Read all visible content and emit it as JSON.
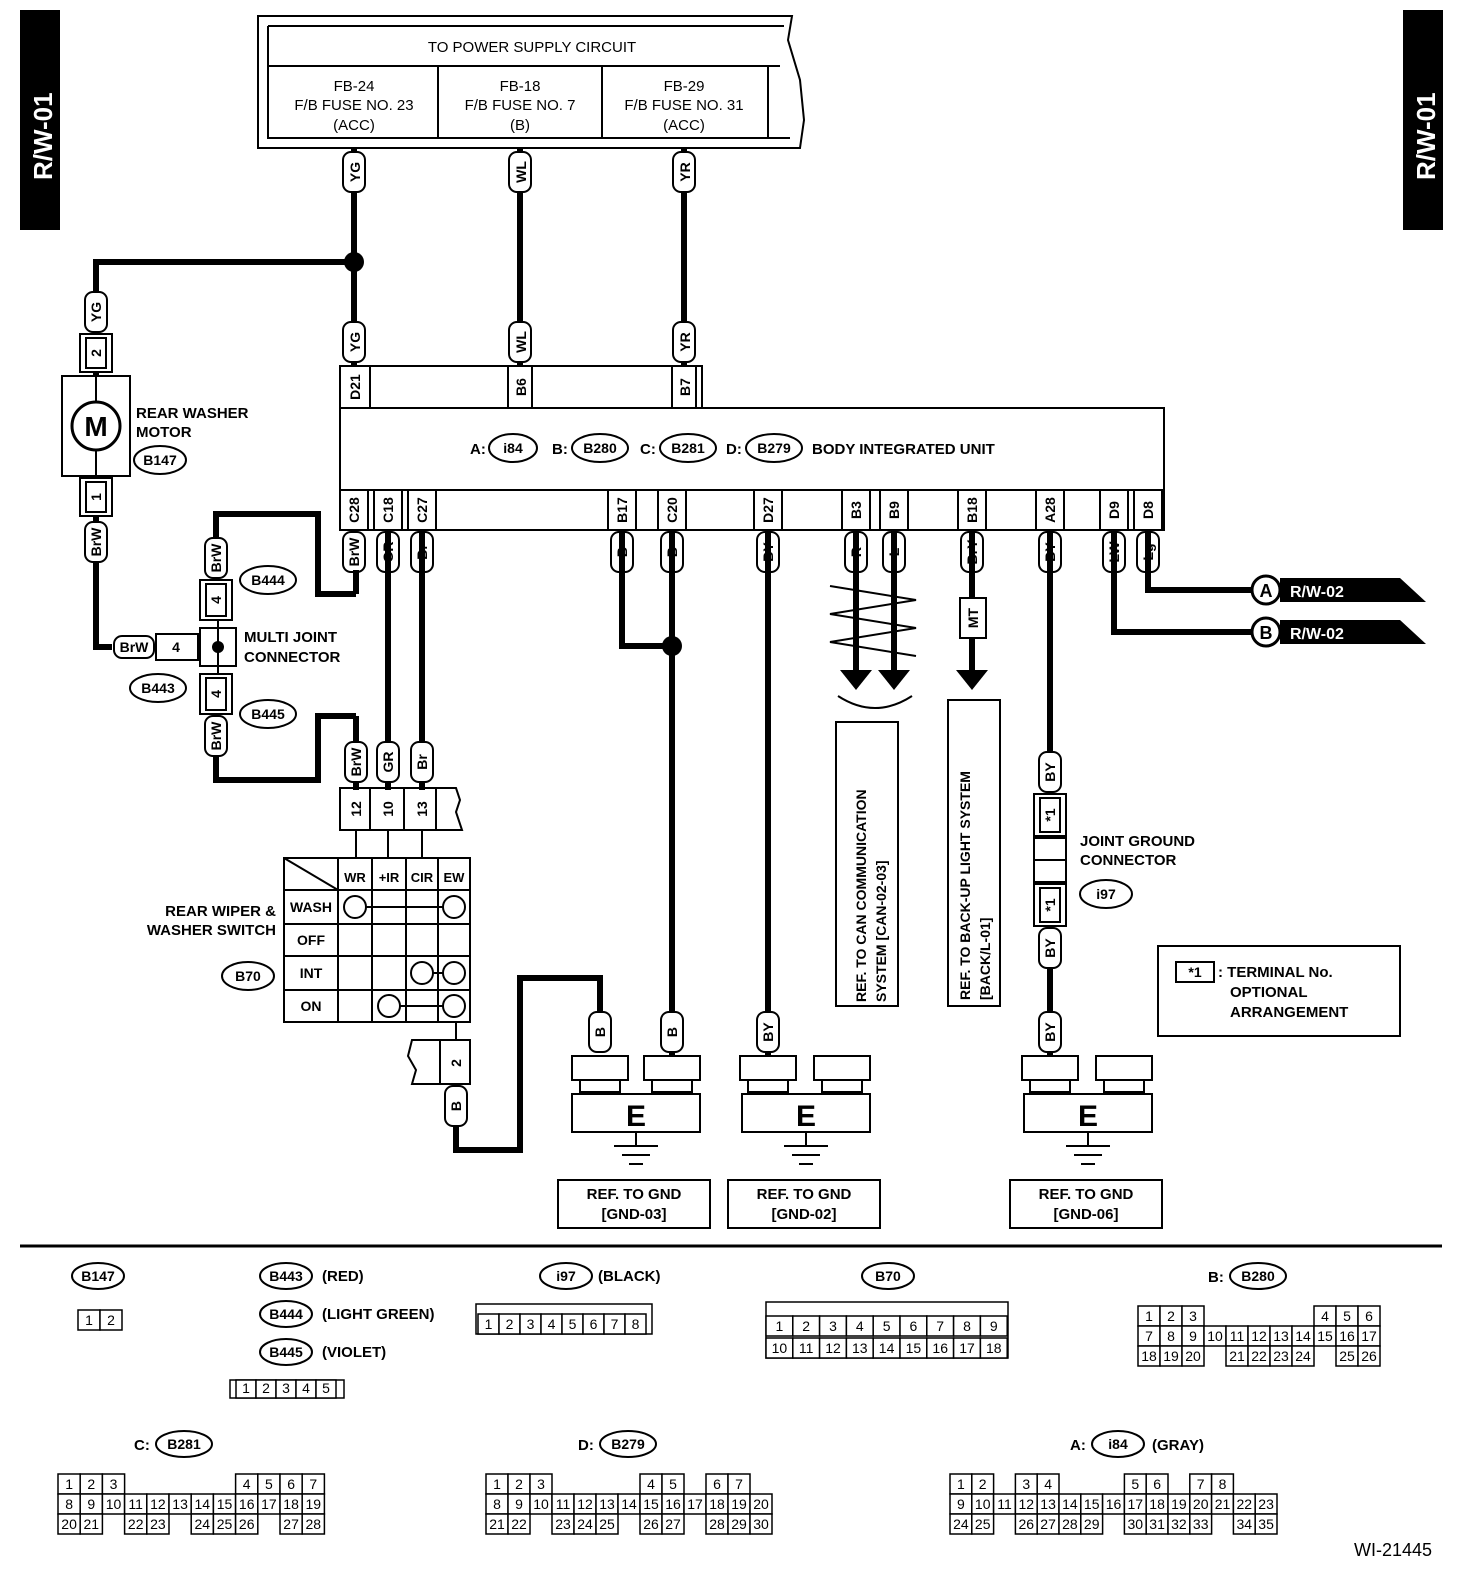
{
  "page_tag": "R/W-01",
  "figure_id": "WI-21445",
  "power_supply": {
    "title": "TO POWER SUPPLY CIRCUIT",
    "fuses": [
      {
        "code": "FB-24",
        "name": "F/B FUSE NO. 23",
        "state": "(ACC)",
        "wire": "YG"
      },
      {
        "code": "FB-18",
        "name": "F/B FUSE NO. 7",
        "state": "(B)",
        "wire": "WL"
      },
      {
        "code": "FB-29",
        "name": "F/B FUSE NO. 31",
        "state": "(ACC)",
        "wire": "YR"
      }
    ]
  },
  "biu": {
    "label": "BODY INTEGRATED UNIT",
    "connectors": [
      {
        "letter": "A:",
        "id": "i84"
      },
      {
        "letter": "B:",
        "id": "B280"
      },
      {
        "letter": "C:",
        "id": "B281"
      },
      {
        "letter": "D:",
        "id": "B279"
      }
    ],
    "top_pins": [
      {
        "pin": "D21",
        "wire": "YG"
      },
      {
        "pin": "B6",
        "wire": "WL"
      },
      {
        "pin": "B7",
        "wire": "YR"
      }
    ],
    "bottom_pins": [
      {
        "pin": "C28",
        "wire": "BrW"
      },
      {
        "pin": "C18",
        "wire": "GR"
      },
      {
        "pin": "C27",
        "wire": "Br"
      },
      {
        "pin": "B17",
        "wire": "B"
      },
      {
        "pin": "C20",
        "wire": "B"
      },
      {
        "pin": "D27",
        "wire": "BY"
      },
      {
        "pin": "B3",
        "wire": "R"
      },
      {
        "pin": "B9",
        "wire": "L"
      },
      {
        "pin": "B18",
        "wire": "BrY"
      },
      {
        "pin": "A28",
        "wire": "BY"
      },
      {
        "pin": "D9",
        "wire": "LW"
      },
      {
        "pin": "D8",
        "wire": "Lg"
      }
    ]
  },
  "washer_motor": {
    "label1": "REAR WASHER",
    "label2": "MOTOR",
    "id": "B147",
    "symbol": "M",
    "pin_top": "2",
    "pin_bottom": "1",
    "wire_top": "YG",
    "wire_bottom": "BrW"
  },
  "multi_joint": {
    "label1": "MULTI JOINT",
    "label2": "CONNECTOR",
    "ids": [
      "B444",
      "B443",
      "B445"
    ],
    "pin": "4",
    "wire": "BrW"
  },
  "switch": {
    "label1": "REAR WIPER  &",
    "label2": "WASHER SWITCH",
    "id": "B70",
    "columns": [
      "WR",
      "+IR",
      "CIR",
      "EW"
    ],
    "rows": [
      "WASH",
      "OFF",
      "INT",
      "ON"
    ],
    "top_pins": [
      "12",
      "10",
      "13"
    ],
    "top_wires": [
      "BrW",
      "GR",
      "Br"
    ],
    "bottom_pin": "2",
    "bottom_wire": "B"
  },
  "refs": {
    "can": "REF. TO CAN COMMUNICATION",
    "can2": "SYSTEM [CAN-02-03]",
    "backup": "REF. TO BACK-UP LIGHT SYSTEM",
    "backup2": "[BACK/L-01]",
    "mt": "MT"
  },
  "joint_ground": {
    "label1": "JOINT GROUND",
    "label2": "CONNECTOR",
    "id": "i97",
    "pin": "*1",
    "wire": "BY"
  },
  "note": {
    "key": "*1",
    "line1": ": TERMINAL No.",
    "line2": "OPTIONAL",
    "line3": "ARRANGEMENT"
  },
  "offpage": [
    {
      "letter": "A",
      "ref": "R/W-02"
    },
    {
      "letter": "B",
      "ref": "R/W-02"
    }
  ],
  "grounds": [
    {
      "symbol": "E",
      "ref1": "REF. TO GND",
      "ref2": "[GND-03]"
    },
    {
      "symbol": "E",
      "ref1": "REF. TO GND",
      "ref2": "[GND-02]"
    },
    {
      "symbol": "E",
      "ref1": "REF. TO GND",
      "ref2": "[GND-06]"
    }
  ],
  "ground_wires": [
    "B",
    "B",
    "BY",
    "BY"
  ],
  "connector_views": {
    "b147": {
      "id": "B147",
      "pins": [
        "1",
        "2"
      ]
    },
    "b443": {
      "id": "B443",
      "color": "(RED)"
    },
    "b444": {
      "id": "B444",
      "color": "(LIGHT GREEN)"
    },
    "b445": {
      "id": "B445",
      "color": "(VIOLET)",
      "pins": [
        "1",
        "2",
        "3",
        "4",
        "5"
      ]
    },
    "i97": {
      "id": "i97",
      "color": "(BLACK)",
      "pins": [
        "1",
        "2",
        "3",
        "4",
        "5",
        "6",
        "7",
        "8"
      ]
    },
    "b70": {
      "id": "B70",
      "row1": [
        "1",
        "2",
        "3",
        "4",
        "5",
        "6",
        "7",
        "8",
        "9"
      ],
      "row2": [
        "10",
        "11",
        "12",
        "13",
        "14",
        "15",
        "16",
        "17",
        "18"
      ]
    },
    "b280": {
      "prefix": "B:",
      "id": "B280",
      "rows": [
        [
          "1",
          "2",
          "3",
          "",
          "",
          "",
          "",
          "",
          "4",
          "5",
          "6"
        ],
        [
          "7",
          "8",
          "9",
          "10",
          "11",
          "12",
          "13",
          "14",
          "15",
          "16",
          "17"
        ],
        [
          "18",
          "19",
          "20",
          "",
          "21",
          "22",
          "23",
          "24",
          "",
          "25",
          "26"
        ]
      ]
    },
    "b281": {
      "prefix": "C:",
      "id": "B281",
      "rows": [
        [
          "1",
          "2",
          "3",
          "",
          "",
          "",
          "",
          "",
          "4",
          "5",
          "6",
          "7"
        ],
        [
          "8",
          "9",
          "10",
          "11",
          "12",
          "13",
          "14",
          "15",
          "16",
          "17",
          "18",
          "19"
        ],
        [
          "20",
          "21",
          "",
          "22",
          "23",
          "",
          "24",
          "25",
          "26",
          "",
          "27",
          "28"
        ]
      ]
    },
    "b279": {
      "prefix": "D:",
      "id": "B279",
      "rows": [
        [
          "1",
          "2",
          "3",
          "",
          "",
          "",
          "",
          "4",
          "5",
          "",
          "6",
          "7"
        ],
        [
          "8",
          "9",
          "10",
          "11",
          "12",
          "13",
          "14",
          "15",
          "16",
          "17",
          "18",
          "19",
          "20"
        ],
        [
          "21",
          "22",
          "",
          "23",
          "24",
          "25",
          "",
          "26",
          "27",
          "",
          "28",
          "29",
          "30"
        ]
      ]
    },
    "i84": {
      "prefix": "A:",
      "id": "i84",
      "color": "(GRAY)",
      "rows": [
        [
          "1",
          "2",
          "",
          "3",
          "4",
          "",
          "",
          "",
          "5",
          "6",
          "",
          "7",
          "8"
        ],
        [
          "9",
          "10",
          "11",
          "12",
          "13",
          "14",
          "15",
          "16",
          "17",
          "18",
          "19",
          "20",
          "21",
          "22",
          "23"
        ],
        [
          "24",
          "25",
          "",
          "26",
          "27",
          "28",
          "29",
          "",
          "30",
          "31",
          "32",
          "33",
          "",
          "34",
          "35"
        ]
      ]
    }
  }
}
